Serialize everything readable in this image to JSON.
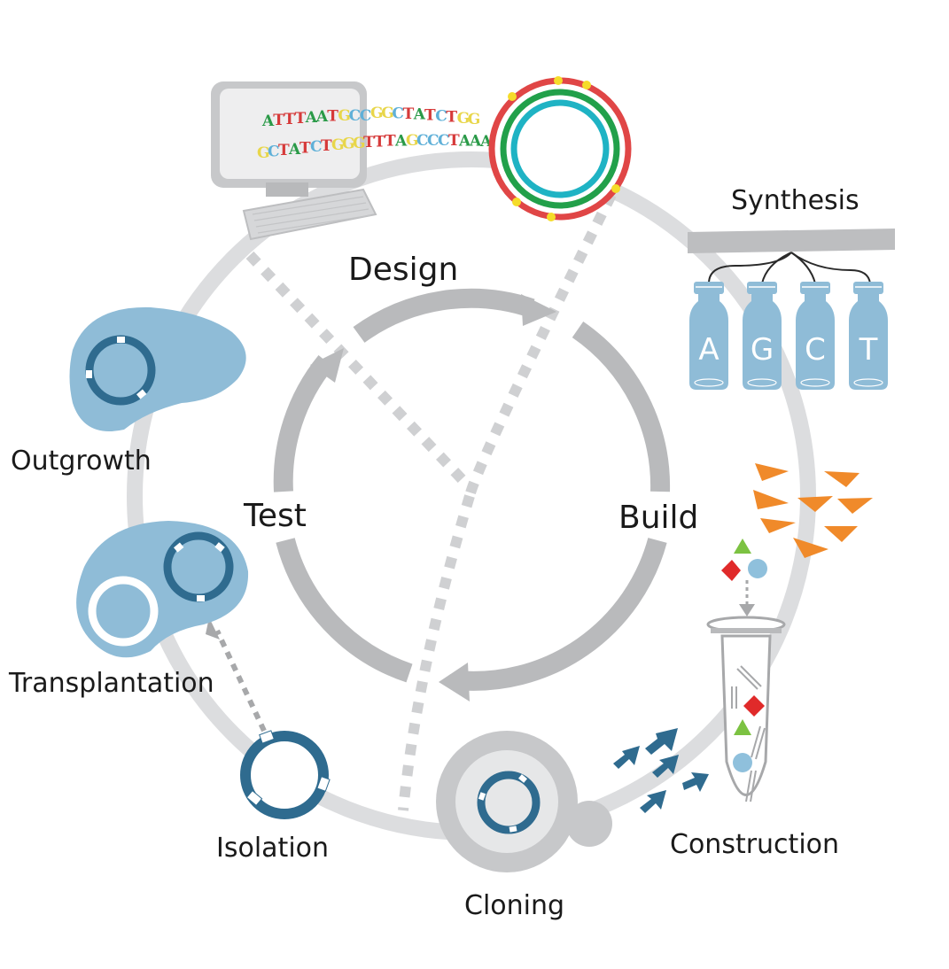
{
  "diagram": {
    "title": "Design-Build-Test cycle",
    "cycle_labels": {
      "design": "Design",
      "build": "Build",
      "test": "Test"
    },
    "stages": [
      {
        "id": "synthesis",
        "label": "Synthesis"
      },
      {
        "id": "construction",
        "label": "Construction"
      },
      {
        "id": "cloning",
        "label": "Cloning"
      },
      {
        "id": "isolation",
        "label": "Isolation"
      },
      {
        "id": "transplantation",
        "label": "Transplantation"
      },
      {
        "id": "outgrowth",
        "label": "Outgrowth"
      }
    ],
    "vials": [
      "A",
      "G",
      "C",
      "T"
    ],
    "dna_sequences": {
      "top": "ATTTAATGCCGGCTATCTGG",
      "bottom": "GCTATCTGGGTTTAGCCCTAAA"
    },
    "base_colors": {
      "A": "#2a9a48",
      "T": "#d63a3a",
      "G": "#e8d64a",
      "C": "#5fb0d8"
    },
    "colors": {
      "outer_ring": "#dcdddf",
      "inner_arrows": "#b9babc",
      "dotted": "#cfd0d2",
      "cell": "#8fbcd7",
      "plasmid": "#2f6b8f",
      "orange": "#f08a2a",
      "red": "#e02a2a",
      "green": "#7cc242",
      "light_blue": "#8fc0dc",
      "genome_red": "#e04646",
      "genome_green": "#22a04a",
      "genome_teal": "#1fb3c4",
      "genome_dots": "#f5dc2a"
    }
  }
}
